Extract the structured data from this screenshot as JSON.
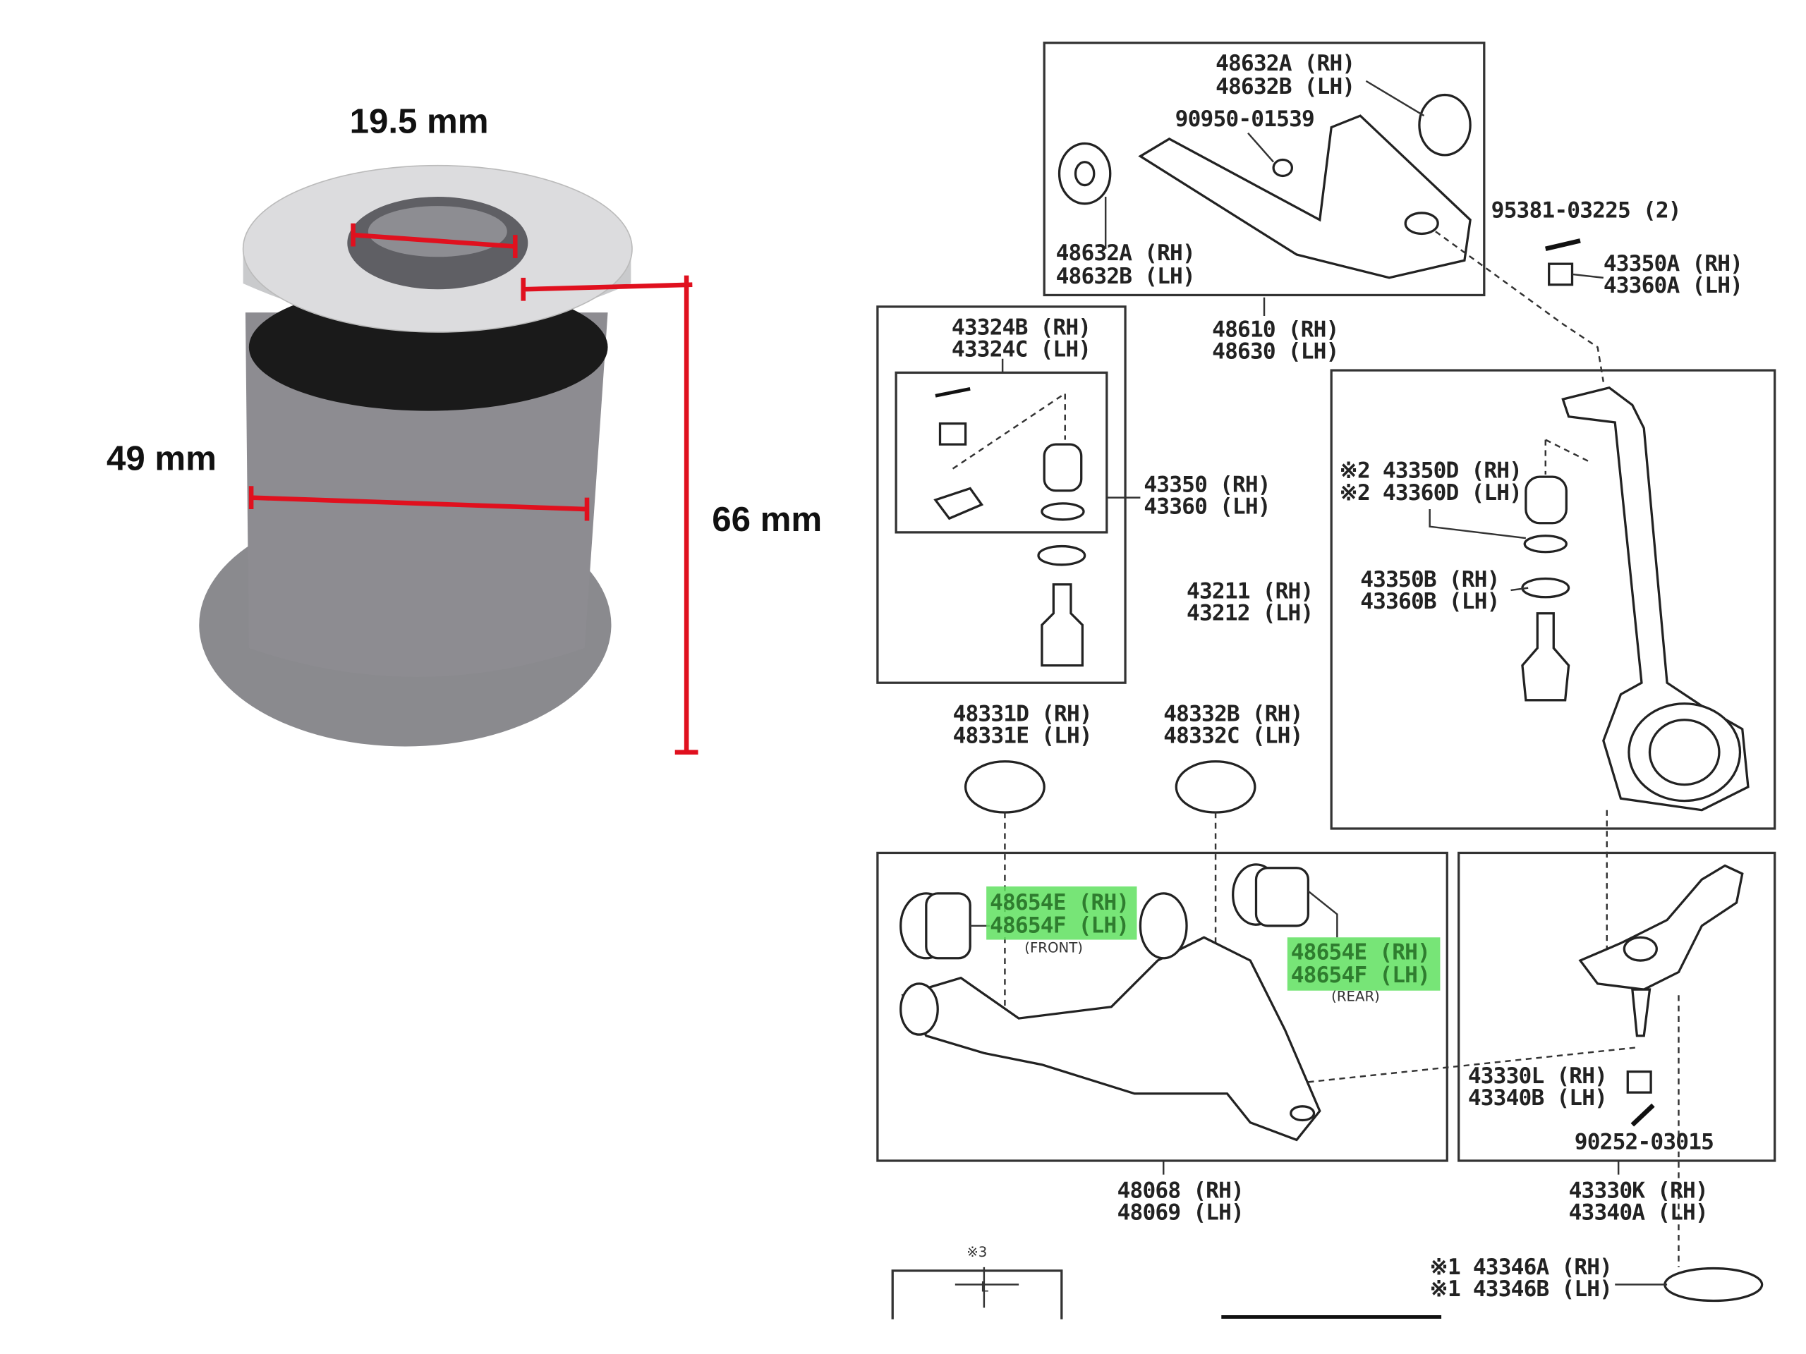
{
  "photo": {
    "dimensions": {
      "inner_diameter": "19.5 mm",
      "outer_diameter": "49 mm",
      "height": "66 mm"
    },
    "accent_color": "#e0101e"
  },
  "diagram": {
    "highlight_color": "#5fe05f",
    "labels": {
      "upper_bushing_top": [
        "48632A (RH)",
        "48632B (LH)"
      ],
      "grease_fitting": "90950-01539",
      "upper_bushing_bottom": [
        "48632A (RH)",
        "48632B (LH)"
      ],
      "cotter_pin_upper": "95381-03225 (2)",
      "nut_upper": [
        "43350A (RH)",
        "43360A (LH)"
      ],
      "ball_joint_kit": [
        "43324B (RH)",
        "43324C (LH)"
      ],
      "upper_arm": [
        "48610 (RH)",
        "48630 (LH)"
      ],
      "ball_joint_upper": [
        "43350 (RH)",
        "43360 (LH)"
      ],
      "boot_upper": [
        "※2 43350D (RH)",
        "※2 43360D (LH)"
      ],
      "knuckle": [
        "43211 (RH)",
        "43212 (LH)"
      ],
      "ring": [
        "43350B (RH)",
        "43360B (LH)"
      ],
      "bumper_front": [
        "48331D (RH)",
        "48331E (LH)"
      ],
      "bumper_rear": [
        "48332B (RH)",
        "48332C (LH)"
      ],
      "lower_bushing_front": [
        "48654E (RH)",
        "48654F (LH)"
      ],
      "front_note": "(FRONT)",
      "lower_bushing_rear": [
        "48654E (RH)",
        "48654F (LH)"
      ],
      "rear_note": "(REAR)",
      "nut_lower": [
        "43330L (RH)",
        "43340B (LH)"
      ],
      "cotter_pin_lower": "90252-03015",
      "lower_arm": [
        "48068 (RH)",
        "48069 (LH)"
      ],
      "lower_ball_joint": [
        "43330K (RH)",
        "43340A (LH)"
      ],
      "note3": "※3",
      "note3_dim": "L",
      "dust_cover": [
        "※1 43346A (RH)",
        "※1 43346B (LH)"
      ]
    }
  }
}
